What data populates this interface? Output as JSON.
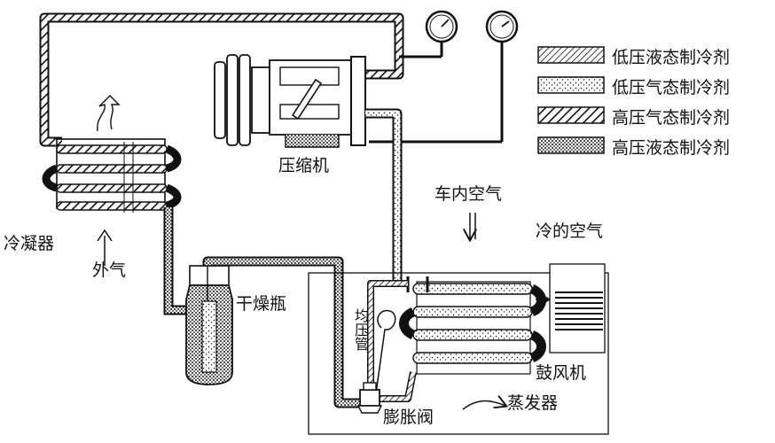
{
  "labels": {
    "compressor": "压缩机",
    "condenser": "冷凝器",
    "outside_air": "外气",
    "dryer": "干燥瓶",
    "cabin_air": "车内空气",
    "cold_air": "冷的空气",
    "equalizer_tube": "均压管",
    "blower": "鼓风机",
    "evaporator": "蒸发器",
    "expansion_valve": "膨胀阀"
  },
  "legend": [
    {
      "label": "低压液态制冷剂",
      "pattern": "diagonal-fine"
    },
    {
      "label": "低压气态制冷剂",
      "pattern": "dots-sparse"
    },
    {
      "label": "高压气态制冷剂",
      "pattern": "diagonal-bold"
    },
    {
      "label": "高压液态制冷剂",
      "pattern": "dots-dense"
    }
  ]
}
